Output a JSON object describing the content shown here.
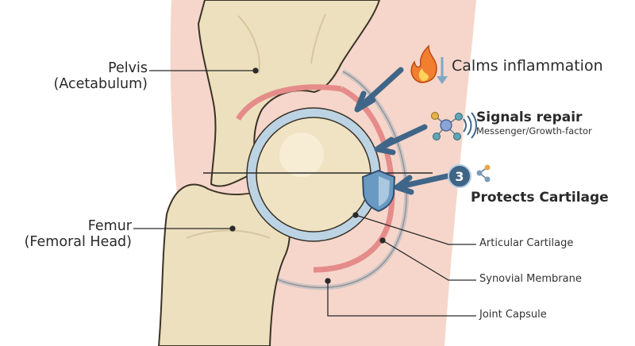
{
  "labels": {
    "pelvis": "Pelvis",
    "pelvis_sub": "(Acetabulum)",
    "femur": "Femur",
    "femur_sub": "(Femoral Head)",
    "articular_cartilage": "Articular Cartilage",
    "synovial_membrane": "Synovial Membrane",
    "joint_capsule": "Joint Capsule"
  },
  "callouts": {
    "inflammation": "Calms inflammation",
    "signals_title": "Signals repair",
    "signals_sub": "Messenger/Growth-factor",
    "step_number": "3",
    "protects": "Protects Cartilage"
  },
  "icons": [
    "flame-icon",
    "down-arrow-icon",
    "molecule-icon",
    "signal-waves-icon",
    "shield-icon",
    "network-icon"
  ],
  "colors": {
    "background_tissue": "#f6d6cb",
    "bone": "#ede0be",
    "bone_outline": "#3a3226",
    "cartilage": "#bcd3e4",
    "synovial": "#e58c8a",
    "arrow": "#3f6688",
    "badge": "#3e6586"
  }
}
